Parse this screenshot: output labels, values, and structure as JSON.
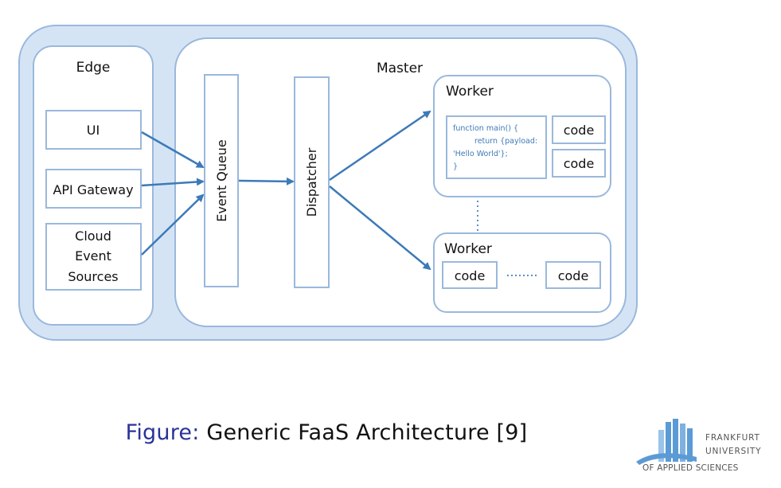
{
  "diagram": {
    "edge": {
      "title": "Edge",
      "sources": [
        "UI",
        "API Gateway",
        [
          "Cloud",
          "Event",
          "Sources"
        ]
      ]
    },
    "master": {
      "title": "Master",
      "event_queue": "Event Queue",
      "dispatcher": "Dispatcher"
    },
    "workers": [
      {
        "title": "Worker",
        "code_snippet": [
          "function main() {",
          "return {payload:",
          "'Hello World'};",
          "}"
        ],
        "code_blocks": [
          "code",
          "code"
        ]
      },
      {
        "title": "Worker",
        "code_blocks": [
          "code",
          "code"
        ]
      }
    ]
  },
  "caption": {
    "label": "Figure:",
    "text": "Generic FaaS Architecture [9]"
  },
  "logo": {
    "lines": [
      "FRANKFURT",
      "UNIVERSITY",
      "OF APPLIED SCIENCES"
    ]
  },
  "colors": {
    "outer_fill": "#d5e4f5",
    "panel_fill": "#ffffff",
    "border": "#9ab8dc",
    "arrow": "#3d7ab8",
    "caption_label": "#2a3398",
    "logo_blue": "#5b9bd5"
  }
}
